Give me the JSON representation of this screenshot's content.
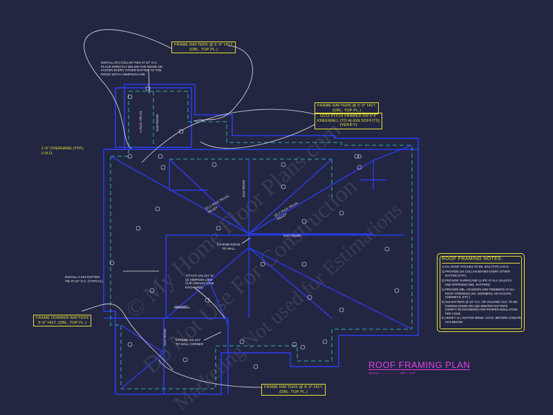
{
  "callouts": {
    "top": "FRAME RAFTERS @ 5'-6\" HGT.\n(DBL. TOP PL.)",
    "mid_a": "FRAME RAFTERS @ 5'-0\" HGT.\n(DBL. TOP PL.)",
    "mid_b": "12/12 PITCH FRAMED ON 6\"4\"\nKNEEWALL (TO ALIGN SOFFITS)\n(VERIFY)",
    "dormer": "FRAME DORMER RAFTERS\n5'-6\" HGT. (DBL. TOP PL.)",
    "bottom": "FRAME RAFTERS @ 8'-0\" HGT.\n(DBL. TOP PL.)"
  },
  "labels": {
    "overhang": "1'-6\" OVERHANG (TYP.)\nU.N.O.",
    "collar": "INSTALL 2X4 COLLAR TIES AT 32\" O.C.\nPLACE DIRECTLY BELOW THE RIDGE OR\nFASTEN EVERY OTHER RAFTER TO THE\nRIDGE WITH A SIMPSON LINK",
    "install_rafter": "INSTALL A 2X4 RAFTER\nTIE AT 24\" O.C. (TYPICAL)",
    "extend_ridge": "EXTEND RIDGE\nTO WALL",
    "attach_valley": "ATTACH VALLEY w/\n(2) SIMPSON LS50\nCLIP ANGLES (ONE\nEACH SIDE)",
    "cricket": "CRICKET",
    "extend_valley": "EXTEND VALLEY\nTO WALL CORNER",
    "ridge_a": "2x12 RIDGE",
    "ridge_b": "2x12 RIDGE",
    "ridge_c": "2x12 RIDGE",
    "ridge_d": "2x10 RIDGE",
    "valley_a": "(2) 1.75x11 7/8 LVL\nVALLEY",
    "valley_b": "(2) 1.75x11 7/8 LVL\nVALLEY",
    "lvl_top": "1.75x11 7/8 LVL"
  },
  "notes": {
    "title": "ROOF FRAMING NOTES:",
    "items": [
      "1) ALL ROOF PITCHES TO BE  8/12 (TYP.) U.N.O.",
      "2) PROVIDE 2x4 COLLAR BEAMS EVERY OTHER\n    RAFTER (TYP.)",
      "3) PROVIDE 'HURRICANE CLIPS' AT ALL VALLEYS\n    AND OPPOSING DBL. RAFTERS",
      "4) PROVIDE DBL. HEADERS AND TRIMMERS AT ALL\n    ROOF OPENINGS (EX. DORMERS, SKYLIGHTS,\n    CHIMNEYS, ETC.)",
      "5) 2x6 RAFTERS @ 24\" O.C. OR VAULTED CLG. TO BE\n    FURRED DOWN OR USE DEEPER RAFTERS\n    (VERIFY W/ ENGINEER) FOR PROPER INSULATION\n    PER CODE",
      "6) VERIFY ALL RAFTER BRNG. HGTS. BEFORE CONSTR.\n    HAS BEGUN"
    ]
  },
  "title": {
    "main": "ROOF FRAMING PLAN",
    "scale": "SCALE: ...................... 1/4\" = 1'-0\""
  },
  "watermark": {
    "line1": "© My Home Floor Plans.com",
    "line2": "Do Not Use For Construction",
    "line3": "Marketing Not used for Estimations"
  },
  "colors": {
    "background": "#232640",
    "wall": "#2a3cf0",
    "dash": "#2ab3b8",
    "callout": "#e8e23a",
    "title": "#e040e8",
    "leader": "#e6e6ee"
  }
}
